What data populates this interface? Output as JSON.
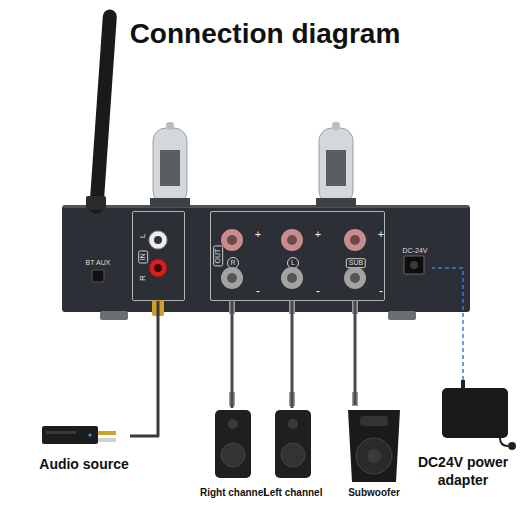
{
  "diagram": {
    "title": "Connection diagram",
    "nodes": [
      {
        "text": [
          "BT AUX"
        ]
      },
      {
        "text": [
          "L",
          "IN",
          "R"
        ],
        "in": 0
      },
      {
        "text": [
          "OUT",
          "R",
          "L",
          "SUB",
          "+",
          "+",
          "+",
          "-",
          "-",
          "-"
        ],
        "in": 0
      },
      {
        "text": [
          "DC-24V"
        ],
        "in": 0
      },
      {
        "text": [
          "Audio source"
        ]
      },
      {
        "text": [
          "Right channel"
        ]
      },
      {
        "text": [
          "Left channel"
        ]
      },
      {
        "text": [
          "Subwoofer"
        ]
      },
      {
        "text": [
          "DC24V power adapter"
        ]
      }
    ],
    "edges": [
      {
        "from": 4,
        "to": 1,
        "arrow": "none"
      },
      {
        "from": 2,
        "to": 5,
        "arrow": "none"
      },
      {
        "from": 2,
        "to": 6,
        "arrow": "none"
      },
      {
        "from": 2,
        "to": 7,
        "arrow": "none"
      },
      {
        "from": 8,
        "to": 3,
        "arrow": "none"
      }
    ]
  }
}
